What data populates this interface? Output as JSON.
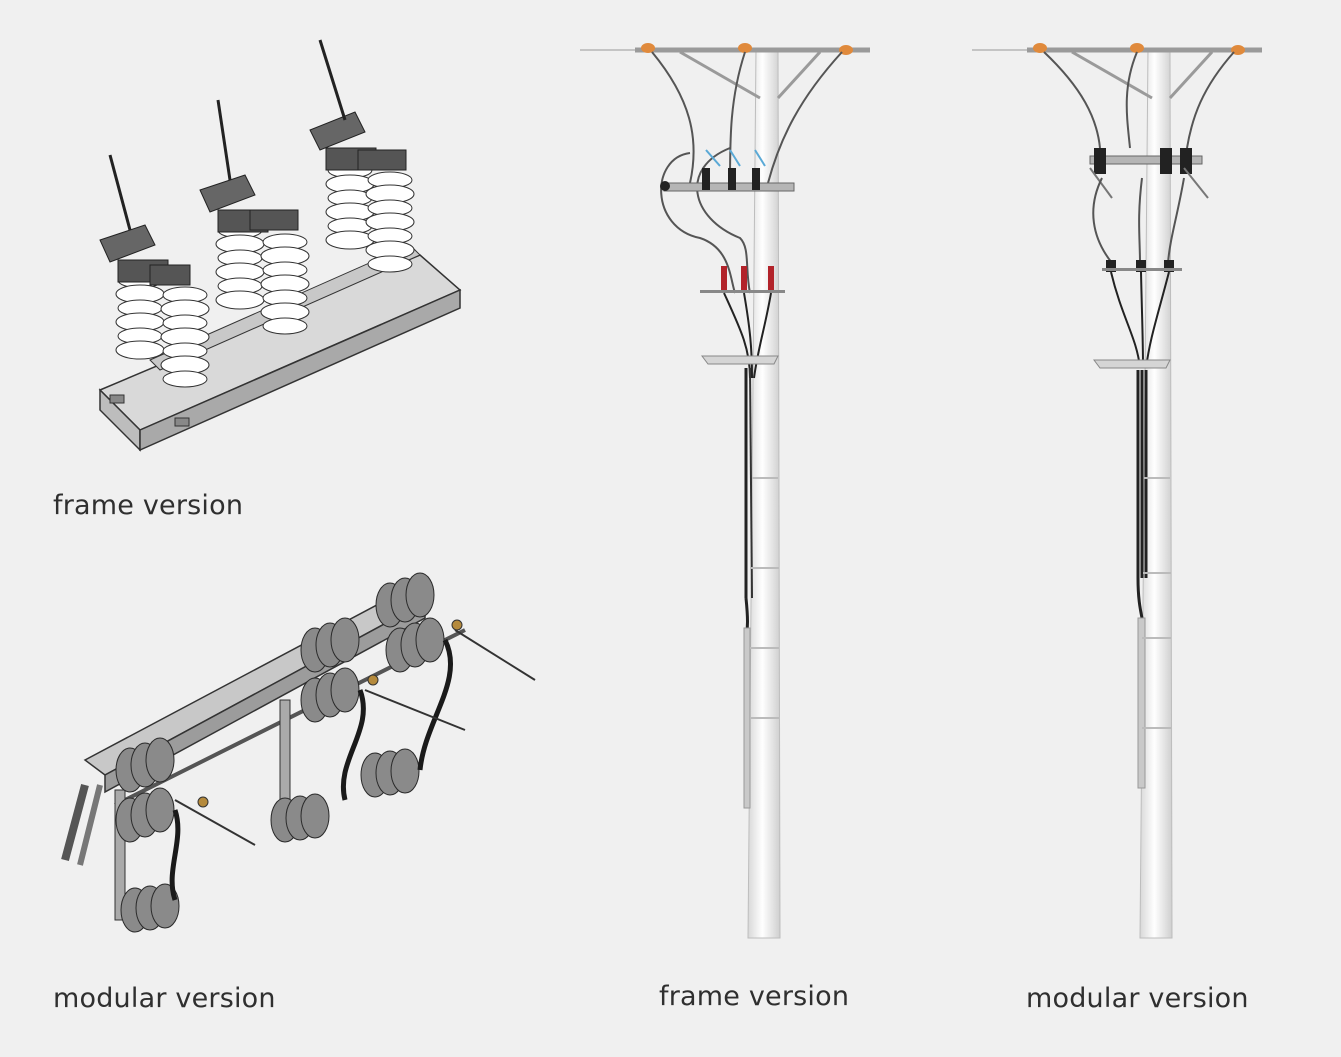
{
  "captions": {
    "frame_switch": "frame version",
    "modular_switch": "modular version",
    "frame_pole": "frame version",
    "modular_pole": "modular version"
  },
  "colors": {
    "background": "#f0f0f0",
    "insulator_white": "#ffffff",
    "insulator_grey": "#8a8a8a",
    "steel": "#b9b9b9",
    "pole": "#ececec",
    "arrester_red": "#b2232a",
    "accent_orange": "#e08a3c"
  }
}
